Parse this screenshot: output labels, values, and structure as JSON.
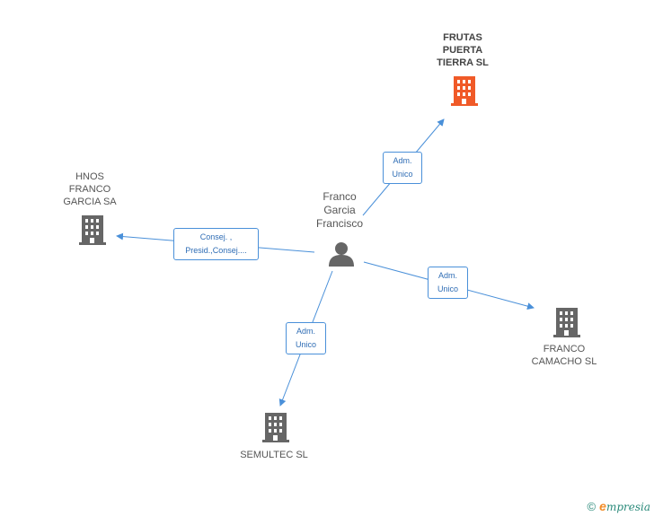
{
  "nodes": {
    "person": {
      "name": "Franco\nGarcia\nFrancisco",
      "icon": "person-icon"
    },
    "frutas": {
      "name": "FRUTAS\nPUERTA\nTIERRA SL",
      "icon": "building-icon",
      "color": "#f05a28"
    },
    "hnos": {
      "name": "HNOS\nFRANCO\nGARCIA SA",
      "icon": "building-icon",
      "color": "#666666"
    },
    "camacho": {
      "name": "FRANCO\nCAMACHO SL",
      "icon": "building-icon",
      "color": "#666666"
    },
    "semultec": {
      "name": "SEMULTEC SL",
      "icon": "building-icon",
      "color": "#666666"
    }
  },
  "edges": {
    "to_frutas": "Adm.\nUnico",
    "to_hnos": "Consej. ,\nPresid.,Consej....",
    "to_camacho": "Adm.\nUnico",
    "to_semultec": "Adm.\nUnico"
  },
  "colors": {
    "edge": "#4a90d9",
    "main_company": "#f05a28",
    "company": "#666666",
    "person": "#666666"
  },
  "watermark": {
    "copyright": "©",
    "brand_first": "e",
    "brand_rest": "mpresia"
  }
}
